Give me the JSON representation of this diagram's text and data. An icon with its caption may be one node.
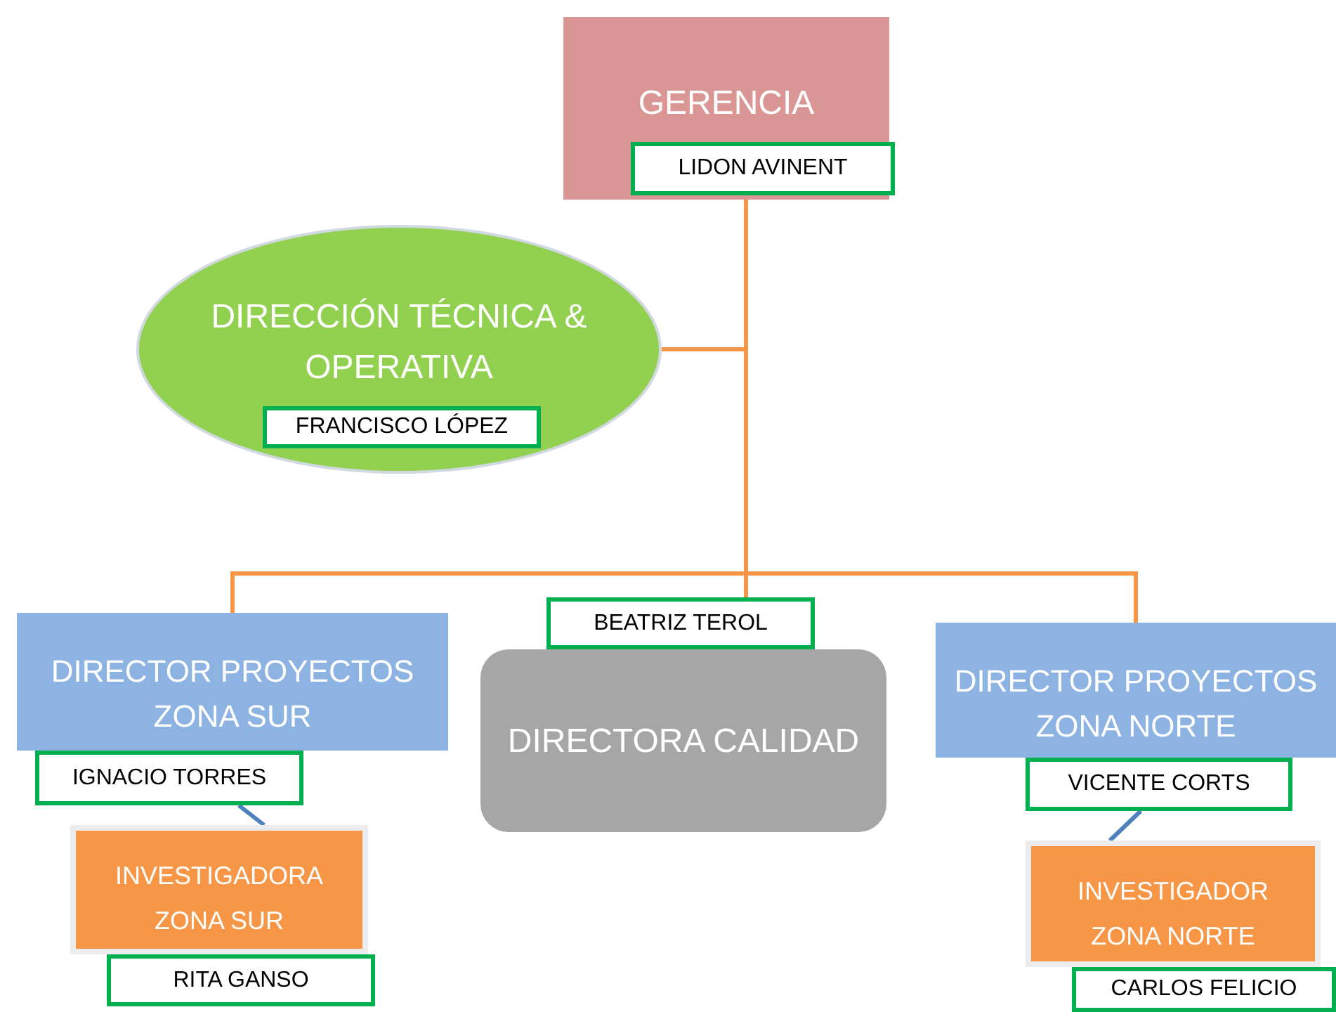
{
  "diagram": {
    "nodes": [
      {
        "text": [
          "GERENCIA"
        ]
      },
      {
        "text": [
          "LIDON AVINENT"
        ],
        "in": 0
      },
      {
        "text": [
          "DIRECCIÓN TÉCNICA & OPERATIVA"
        ]
      },
      {
        "text": [
          "FRANCISCO LÓPEZ"
        ],
        "in": 2
      },
      {
        "text": [
          "DIRECTOR PROYECTOS ZONA SUR"
        ]
      },
      {
        "text": [
          "IGNACIO TORRES"
        ]
      },
      {
        "text": [
          "INVESTIGADORA ZONA SUR"
        ]
      },
      {
        "text": [
          "RITA GANSO"
        ]
      },
      {
        "text": [
          "BEATRIZ TEROL"
        ]
      },
      {
        "text": [
          "DIRECTORA CALIDAD"
        ]
      },
      {
        "text": [
          "DIRECTOR PROYECTOS ZONA NORTE"
        ]
      },
      {
        "text": [
          "VICENTE CORTS"
        ]
      },
      {
        "text": [
          "INVESTIGADOR ZONA NORTE"
        ]
      },
      {
        "text": [
          "CARLOS FELICIO"
        ]
      }
    ],
    "edges": [
      {
        "from": 0,
        "to": 2,
        "arrow": "none"
      },
      {
        "from": 0,
        "to": 4,
        "arrow": "none"
      },
      {
        "from": 0,
        "to": 8,
        "arrow": "none"
      },
      {
        "from": 0,
        "to": 10,
        "arrow": "none"
      },
      {
        "from": 5,
        "to": 6,
        "arrow": "none",
        "color": "#4f81bd"
      },
      {
        "from": 11,
        "to": 12,
        "arrow": "none",
        "color": "#4f81bd"
      }
    ]
  }
}
